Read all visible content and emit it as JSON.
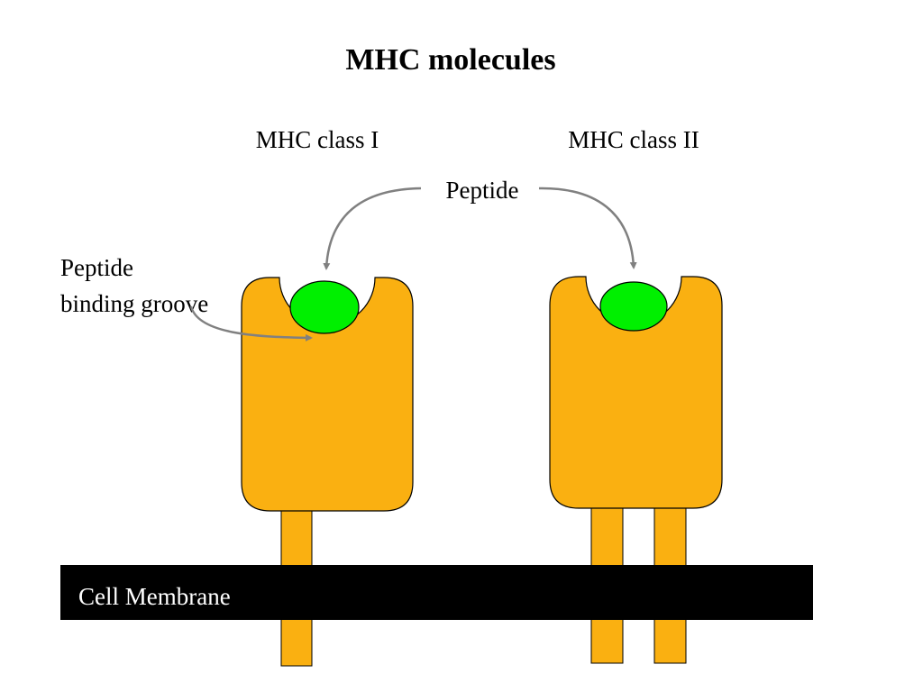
{
  "title": "MHC molecules",
  "labels": {
    "class_i": "MHC class I",
    "class_ii": "MHC class II",
    "peptide": "Peptide",
    "groove_line1": "Peptide",
    "groove_line2": "binding groove",
    "membrane": "Cell Membrane"
  },
  "colors": {
    "molecule_fill": "#FAB011",
    "peptide_fill": "#00F000",
    "membrane_fill": "#000000",
    "arrow": "#808080",
    "text": "#000000",
    "membrane_text": "#ffffff"
  }
}
